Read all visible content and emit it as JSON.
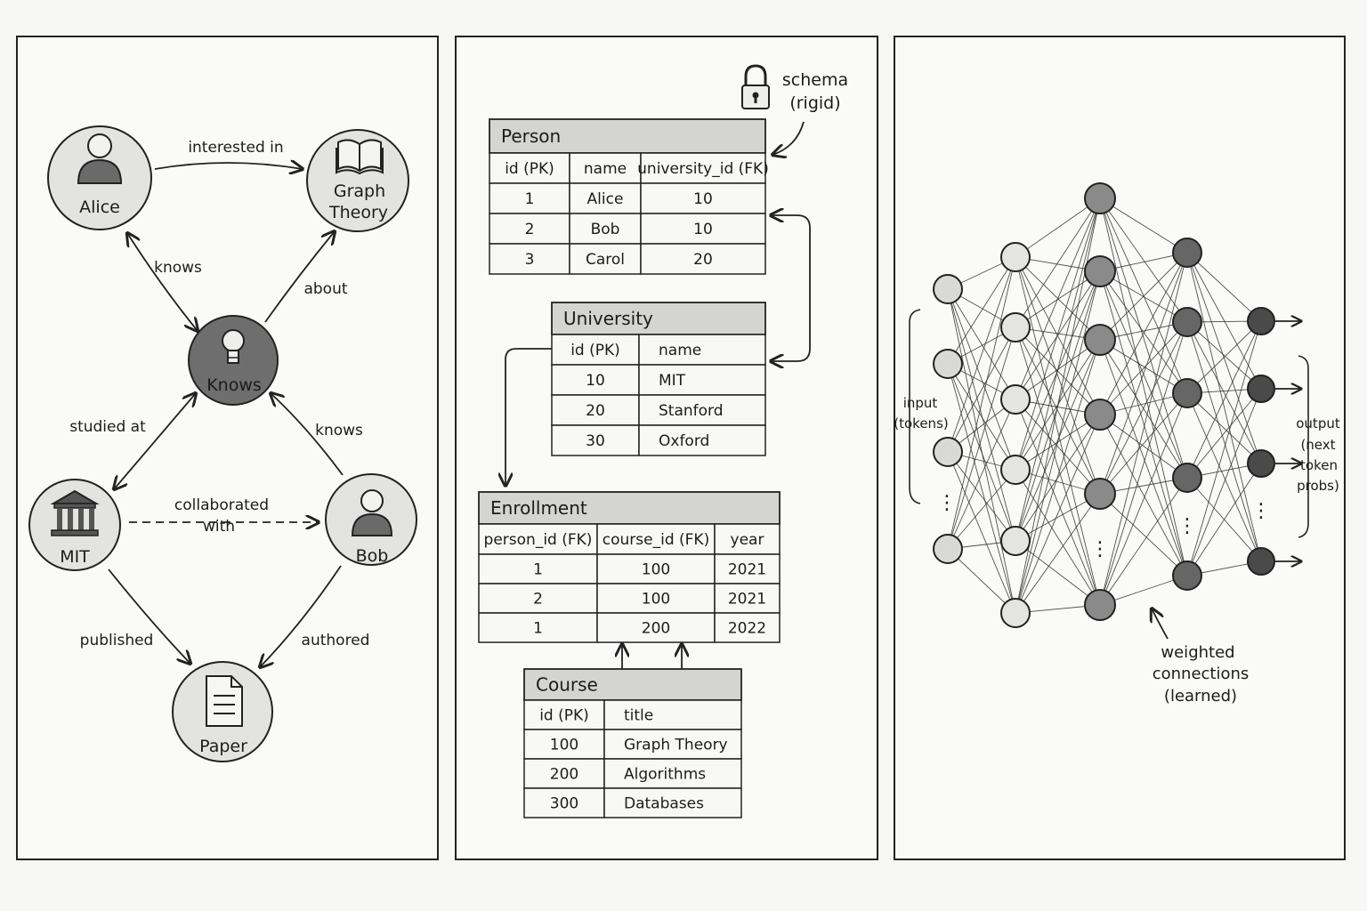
{
  "graph": {
    "nodes": {
      "alice": "Alice",
      "graph_theory_1": "Graph",
      "graph_theory_2": "Theory",
      "knows": "Knows",
      "mit": "MIT",
      "bob": "Bob",
      "paper": "Paper"
    },
    "edges": {
      "interested_in": "interested in",
      "knows_top": "knows",
      "about": "about",
      "studied_at": "studied at",
      "knows_bottom": "knows",
      "collaborated_1": "collaborated",
      "collaborated_2": "with",
      "published": "published",
      "authored": "authored"
    },
    "icons": {
      "alice": "person-icon",
      "graph_theory": "open-book-icon",
      "knows": "lightbulb-icon",
      "mit": "institution-icon",
      "bob": "person-icon",
      "paper": "document-icon"
    }
  },
  "schema": {
    "label_1": "schema",
    "label_2": "(rigid)",
    "icon": "padlock-icon",
    "person": {
      "title": "Person",
      "columns": [
        "id (PK)",
        "name",
        "university_id (FK)"
      ],
      "rows": [
        [
          "1",
          "Alice",
          "10"
        ],
        [
          "2",
          "Bob",
          "10"
        ],
        [
          "3",
          "Carol",
          "20"
        ]
      ]
    },
    "university": {
      "title": "University",
      "columns": [
        "id (PK)",
        "name"
      ],
      "rows": [
        [
          "10",
          "MIT"
        ],
        [
          "20",
          "Stanford"
        ],
        [
          "30",
          "Oxford"
        ]
      ]
    },
    "enrollment": {
      "title": "Enrollment",
      "columns": [
        "person_id (FK)",
        "course_id (FK)",
        "year"
      ],
      "rows": [
        [
          "1",
          "100",
          "2021"
        ],
        [
          "2",
          "100",
          "2021"
        ],
        [
          "1",
          "200",
          "2022"
        ]
      ]
    },
    "course": {
      "title": "Course",
      "columns": [
        "id (PK)",
        "title"
      ],
      "rows": [
        [
          "100",
          "Graph Theory"
        ],
        [
          "200",
          "Algorithms"
        ],
        [
          "300",
          "Databases"
        ]
      ]
    }
  },
  "network": {
    "input_1": "input",
    "input_2": "(tokens)",
    "output_1": "output",
    "output_2": "(next",
    "output_3": "token",
    "output_4": "probs)",
    "weights_1": "weighted",
    "weights_2": "connections",
    "weights_3": "(learned)",
    "ellipsis": "⋮",
    "layer_colors": [
      "#d9d9d7",
      "#e4e4e2",
      "#8a8a8a",
      "#666666",
      "#4a4a4a"
    ]
  }
}
